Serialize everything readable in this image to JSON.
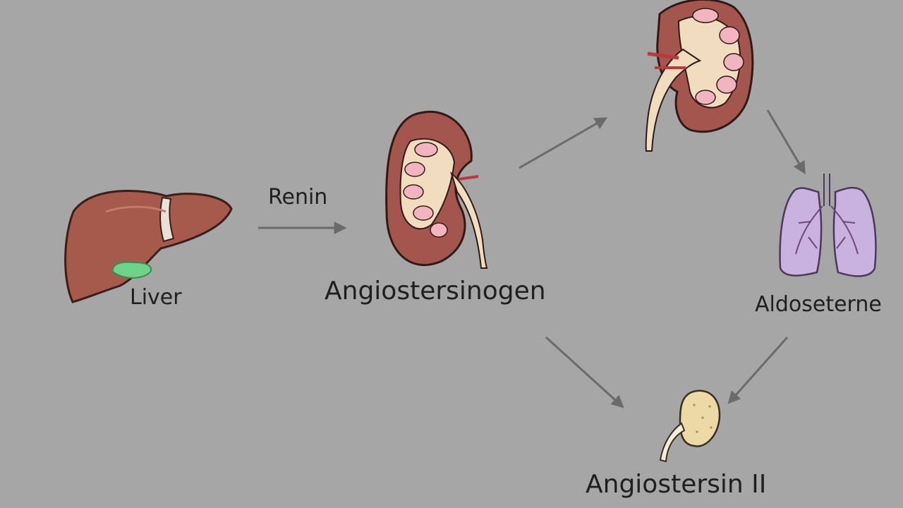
{
  "labels": {
    "liver": "Liver",
    "renin": "Renin",
    "angiotensinogen": "Angiostersinogen",
    "aldosterone": "Aldoseterne",
    "angiotensin_ii": "Angiostersin II"
  },
  "colors": {
    "background": "#a6a6a6",
    "arrow": "#6b6b6b",
    "liver": "#a65a4c",
    "gallbladder": "#6ed38a",
    "kidney": "#a4564e",
    "kidney_inner": "#f2dcc0",
    "kidney_pyramid": "#f2b5c0",
    "lung": "#c9b1e0",
    "adrenal": "#ecd9a5"
  },
  "icons": [
    "liver-icon",
    "kidney-icon",
    "kidney-icon",
    "lungs-icon",
    "adrenal-gland-icon"
  ]
}
